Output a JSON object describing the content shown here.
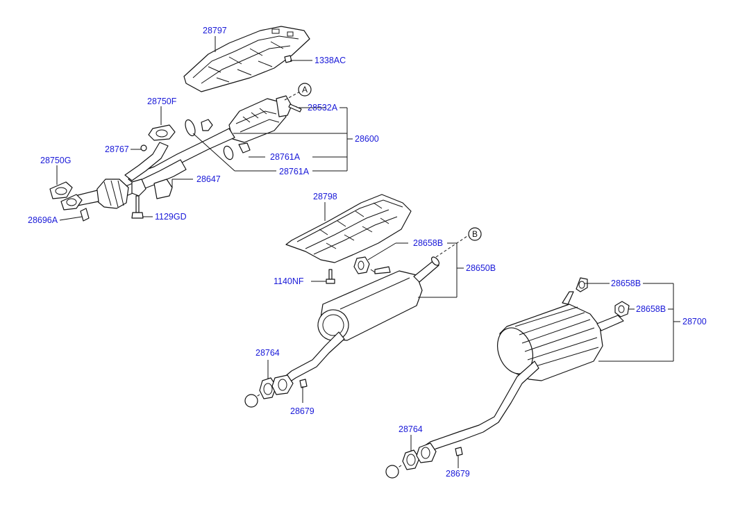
{
  "parts": {
    "p28797": "28797",
    "p1338AC": "1338AC",
    "p28750F": "28750F",
    "p28532A": "28532A",
    "p28600": "28600",
    "p28767": "28767",
    "p28761A_1": "28761A",
    "p28761A_2": "28761A",
    "p28750G": "28750G",
    "p28647": "28647",
    "p28696A": "28696A",
    "p1129GD": "1129GD",
    "p28798": "28798",
    "p28658B_1": "28658B",
    "p28650B": "28650B",
    "p1140NF": "1140NF",
    "p28658B_2": "28658B",
    "p28658B_3": "28658B",
    "p28700": "28700",
    "p28764_1": "28764",
    "p28679_1": "28679",
    "p28764_2": "28764",
    "p28679_2": "28679"
  },
  "refs": {
    "a": "A",
    "b": "B"
  }
}
